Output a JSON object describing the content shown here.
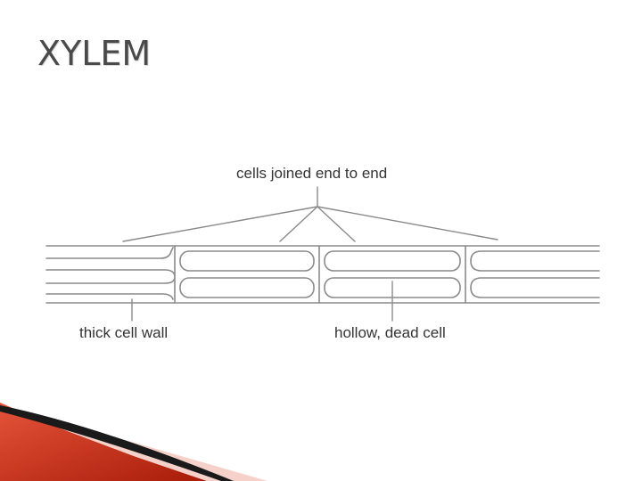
{
  "slide": {
    "title": "XYLEM"
  },
  "diagram": {
    "labels": {
      "joined": "cells joined end to end",
      "wall": "thick cell wall",
      "dead": "hollow, dead cell"
    },
    "colors": {
      "line": "#8a8a8a",
      "text": "#333333",
      "title": "#4a4a4a",
      "accent_red": "#c62a12",
      "accent_dark": "#1a1a1a"
    }
  }
}
